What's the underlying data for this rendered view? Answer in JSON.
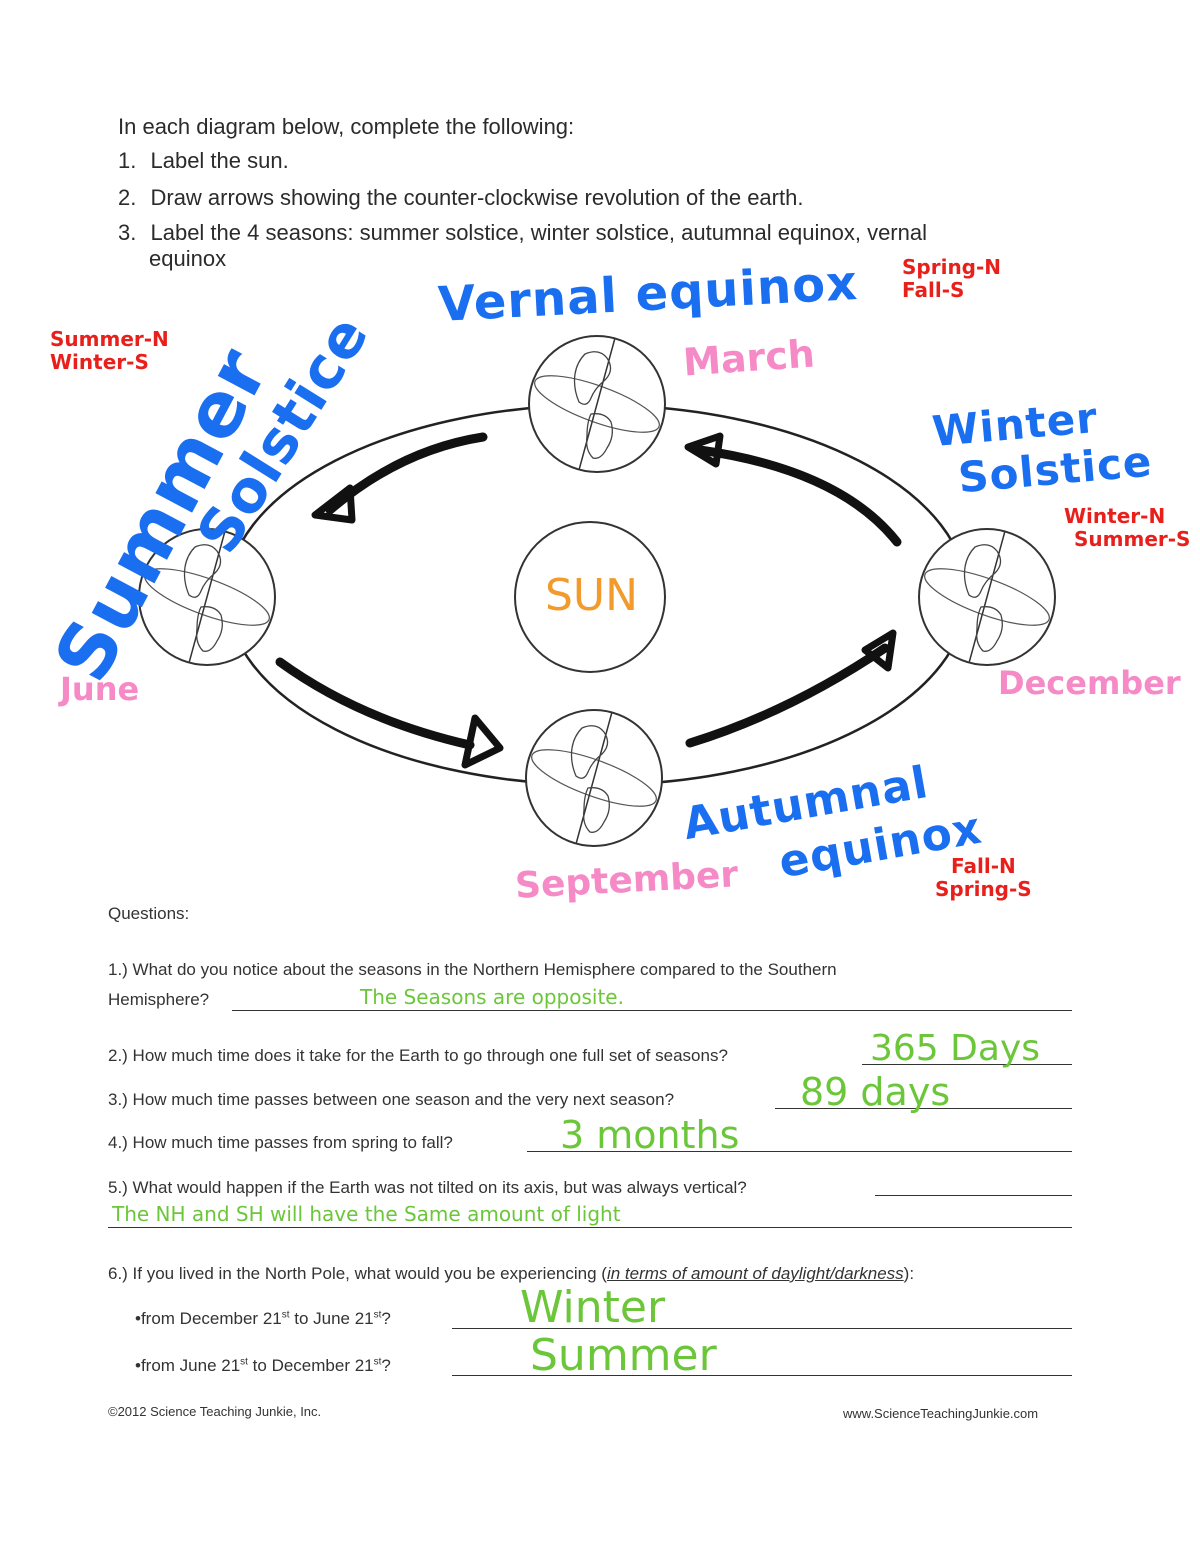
{
  "instructions": {
    "intro": "In each diagram below, complete the following:",
    "items": [
      {
        "num": "1.",
        "text": "Label the sun."
      },
      {
        "num": "2.",
        "text": "Draw arrows showing the counter-clockwise revolution of the earth."
      },
      {
        "num": "3.",
        "text": "Label the 4 seasons:  summer solstice, winter solstice, autumnal equinox, vernal",
        "text2": "equinox"
      }
    ]
  },
  "diagram": {
    "sun_label": "SUN",
    "top": {
      "season": "Vernal equinox",
      "note1": "Spring-N",
      "note2": "Fall-S",
      "month": "March"
    },
    "left": {
      "season1": "Summer",
      "season2": "Solstice",
      "note1": "Summer-N",
      "note2": "Winter-S",
      "month": "June"
    },
    "right": {
      "season1": "Winter",
      "season2": "Solstice",
      "note1": "Winter-N",
      "note2": "Summer-S",
      "month": "December"
    },
    "bottom": {
      "season1": "Autumnal",
      "season2": "equinox",
      "note1": "Fall-N",
      "note2": "Spring-S",
      "month": "September"
    },
    "colors": {
      "season": "#1a6ef0",
      "note": "#e8201c",
      "month": "#f58ac6",
      "answer": "#6cc63a"
    }
  },
  "questions": {
    "heading": "Questions:",
    "q1a": "1.) What do you notice about the seasons in the Northern Hemisphere compared to the Southern",
    "q1b": "Hemisphere?",
    "a1": "The Seasons are opposite.",
    "q2": "2.) How much time does it take for the Earth to go through one full set of seasons?",
    "a2": "365 Days",
    "q3": "3.) How much time passes between one season and the very next season?",
    "a3": "89 days",
    "q4": "4.) How much time passes from spring to fall?",
    "a4": "3 months",
    "q5": "5.) What would happen if the Earth was not tilted on its axis, but was always vertical?",
    "a5": "The NH and SH will have the Same amount of light",
    "q6": "6.) If you lived in the North Pole, what would you be experiencing (",
    "q6_em": "in terms of amount of daylight/darkness",
    "q6_end": "):",
    "b1_pre": "•from December 21",
    "b1_mid": " to June 21",
    "b1_post": "?",
    "a6a": "Winter",
    "b2_pre": "•from June 21",
    "b2_mid": " to December 21",
    "b2_post": "?",
    "a6b": "Summer",
    "sup_st": "st"
  },
  "footer": {
    "copyright": "©2012 Science Teaching Junkie, Inc.",
    "website": "www.ScienceTeachingJunkie.com"
  }
}
